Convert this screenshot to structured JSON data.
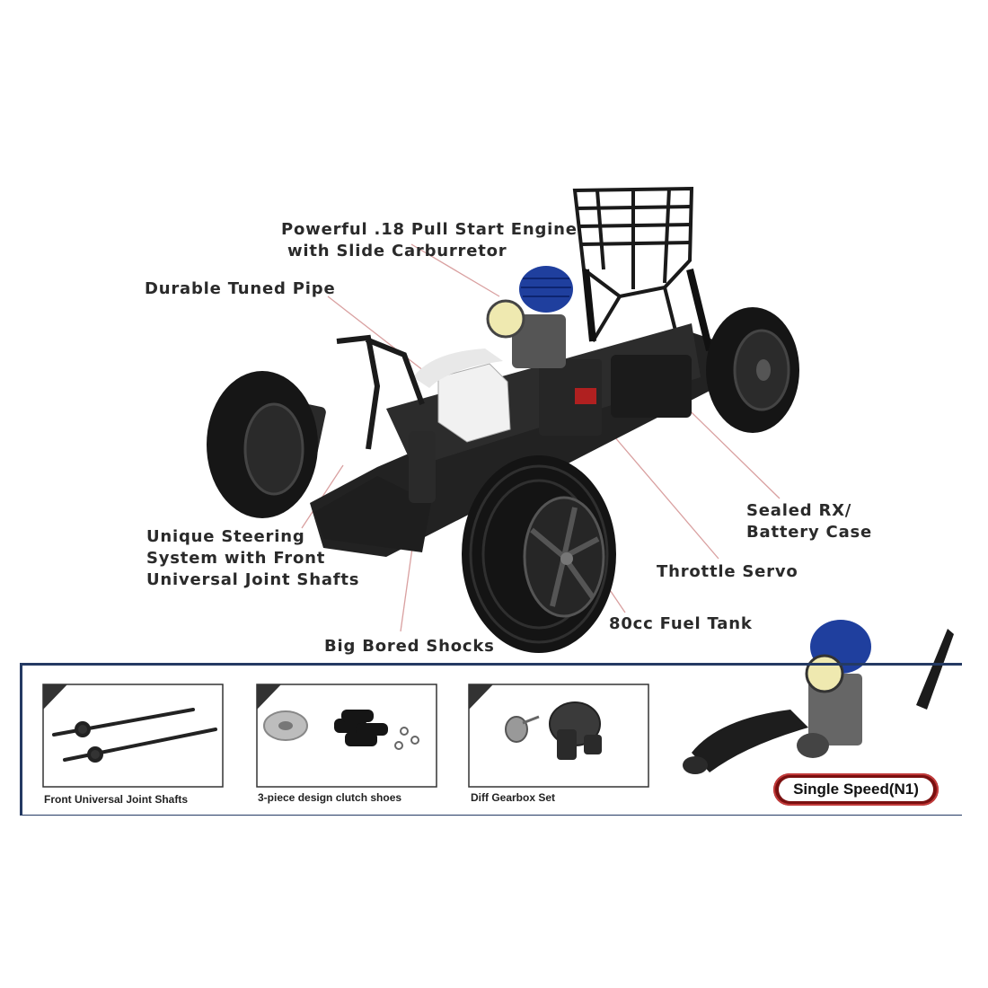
{
  "callouts": {
    "engine_line1": "Powerful .18 Pull Start Engine",
    "engine_line2": "with Slide Carburretor",
    "tuned_pipe": "Durable Tuned Pipe",
    "battery_line1": "Sealed RX/",
    "battery_line2": "Battery Case",
    "steering_line1": "Unique Steering",
    "steering_line2": "System with Front",
    "steering_line3": "Universal Joint Shafts",
    "throttle": "Throttle Servo",
    "fuel_tank": "80cc Fuel Tank",
    "shocks": "Big Bored Shocks"
  },
  "parts": {
    "shafts": "Front Universal Joint Shafts",
    "clutch": "3-piece design clutch shoes",
    "diff": "Diff Gearbox Set"
  },
  "badge": "Single Speed(N1)",
  "colors": {
    "frame_blue": "#243a63",
    "badge_red": "#7a1010",
    "leader_line": "#d9a0a0",
    "engine_blue": "#1f3f9e"
  }
}
